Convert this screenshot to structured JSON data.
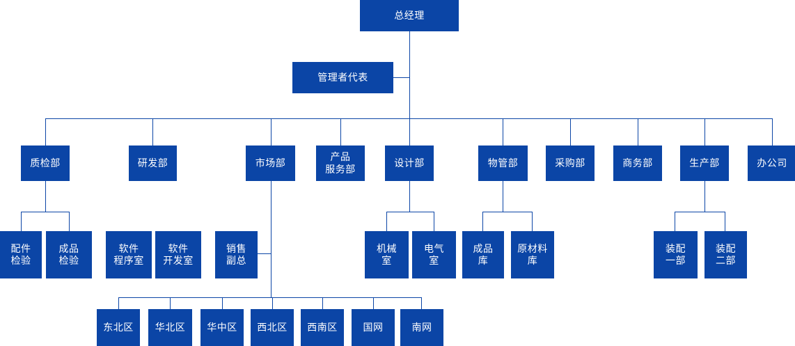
{
  "chart_data": {
    "type": "diagram",
    "title": "组织结构图",
    "diagram_kind": "org-chart",
    "orientation": "top-down",
    "node_color": "#0b45a6",
    "text_color": "#ffffff",
    "line_color": "#0b45a6",
    "background": "#ffffff",
    "levels": [
      {
        "level": 1,
        "labels": [
          "总经理"
        ]
      },
      {
        "level": 2,
        "labels": [
          "管理者代表"
        ]
      },
      {
        "level": 3,
        "labels": [
          "质检部",
          "研发部",
          "市场部",
          "产品服务部",
          "设计部",
          "物管部",
          "采购部",
          "商务部",
          "生产部",
          "办公司"
        ]
      },
      {
        "level": 4,
        "labels": [
          "配件检验",
          "成品检验",
          "软件程序室",
          "软件开发室",
          "销售副总",
          "机械室",
          "电气室",
          "成品库",
          "原材料库",
          "装配一部",
          "装配二部"
        ]
      },
      {
        "level": 5,
        "labels": [
          "东北区",
          "华北区",
          "华中区",
          "西北区",
          "西南区",
          "国网",
          "南网"
        ]
      }
    ],
    "edges": [
      {
        "from": "总经理",
        "to": "管理者代表"
      },
      {
        "from": "总经理",
        "to": "质检部"
      },
      {
        "from": "总经理",
        "to": "研发部"
      },
      {
        "from": "总经理",
        "to": "市场部"
      },
      {
        "from": "总经理",
        "to": "产品服务部"
      },
      {
        "from": "总经理",
        "to": "设计部"
      },
      {
        "from": "总经理",
        "to": "物管部"
      },
      {
        "from": "总经理",
        "to": "采购部"
      },
      {
        "from": "总经理",
        "to": "商务部"
      },
      {
        "from": "总经理",
        "to": "生产部"
      },
      {
        "from": "总经理",
        "to": "办公司"
      },
      {
        "from": "质检部",
        "to": "配件检验"
      },
      {
        "from": "质检部",
        "to": "成品检验"
      },
      {
        "from": "市场部",
        "to": "销售副总"
      },
      {
        "from": "设计部",
        "to": "机械室"
      },
      {
        "from": "设计部",
        "to": "电气室"
      },
      {
        "from": "物管部",
        "to": "成品库"
      },
      {
        "from": "物管部",
        "to": "原材料库"
      },
      {
        "from": "生产部",
        "to": "装配一部"
      },
      {
        "from": "生产部",
        "to": "装配二部"
      },
      {
        "from": "市场部",
        "to": "东北区"
      },
      {
        "from": "市场部",
        "to": "华北区"
      },
      {
        "from": "市场部",
        "to": "华中区"
      },
      {
        "from": "市场部",
        "to": "西北区"
      },
      {
        "from": "市场部",
        "to": "西南区"
      },
      {
        "from": "市场部",
        "to": "国网"
      },
      {
        "from": "市场部",
        "to": "南网"
      }
    ]
  },
  "nodes": {
    "ceo": {
      "label": "总经理"
    },
    "mgmt_rep": {
      "label": "管理者代表"
    },
    "qc": {
      "label": "质检部"
    },
    "rnd": {
      "label": "研发部"
    },
    "market": {
      "label": "市场部"
    },
    "product_service": {
      "label": "产品\n服务部"
    },
    "design": {
      "label": "设计部"
    },
    "material_mgmt": {
      "label": "物管部"
    },
    "purchase": {
      "label": "采购部"
    },
    "business": {
      "label": "商务部"
    },
    "production": {
      "label": "生产部"
    },
    "office": {
      "label": "办公司"
    },
    "parts_inspect": {
      "label": "配件\n检验"
    },
    "finished_inspect": {
      "label": "成品\n检验"
    },
    "sw_program": {
      "label": "软件\n程序室"
    },
    "sw_dev": {
      "label": "软件\n开发室"
    },
    "sales_vp": {
      "label": "销售\n副总"
    },
    "mechanical": {
      "label": "机械\n室"
    },
    "electrical": {
      "label": "电气\n室"
    },
    "finished_store": {
      "label": "成品\n库"
    },
    "raw_store": {
      "label": "原材料\n库"
    },
    "assembly_1": {
      "label": "装配\n一部"
    },
    "assembly_2": {
      "label": "装配\n二部"
    },
    "region_ne": {
      "label": "东北区"
    },
    "region_nc": {
      "label": "华北区"
    },
    "region_cc": {
      "label": "华中区"
    },
    "region_nw": {
      "label": "西北区"
    },
    "region_sw": {
      "label": "西南区"
    },
    "region_sg": {
      "label": "国网"
    },
    "region_csg": {
      "label": "南网"
    }
  }
}
